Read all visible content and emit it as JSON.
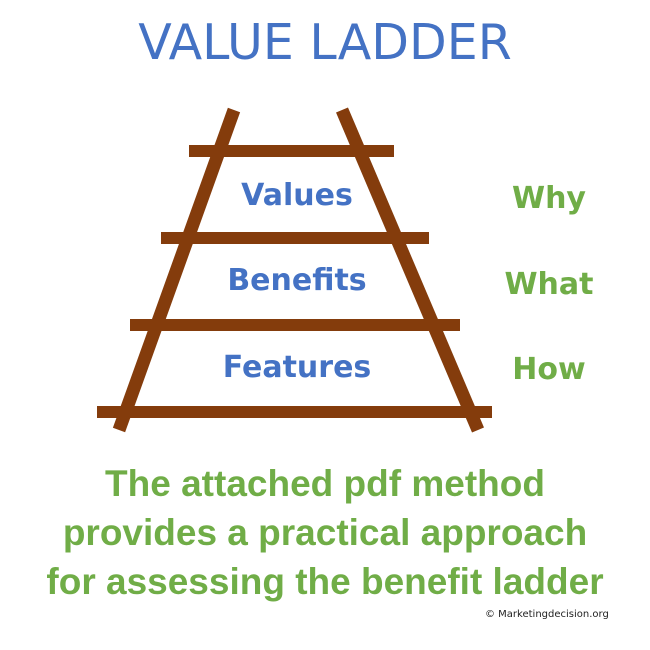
{
  "title": "VALUE LADDER",
  "colors": {
    "title": "#4472c4",
    "step_labels": "#4472c4",
    "side_labels": "#70ad47",
    "caption": "#70ad47",
    "ladder": "#843c0c"
  },
  "ladder": {
    "steps": [
      {
        "label": "Values",
        "question": "Why"
      },
      {
        "label": "Benefits",
        "question": "What"
      },
      {
        "label": "Features",
        "question": "How"
      }
    ]
  },
  "caption": {
    "lines": [
      "The attached pdf method",
      "provides a practical approach",
      "for assessing the benefit ladder"
    ]
  },
  "copyright": "© Marketingdecision.org"
}
